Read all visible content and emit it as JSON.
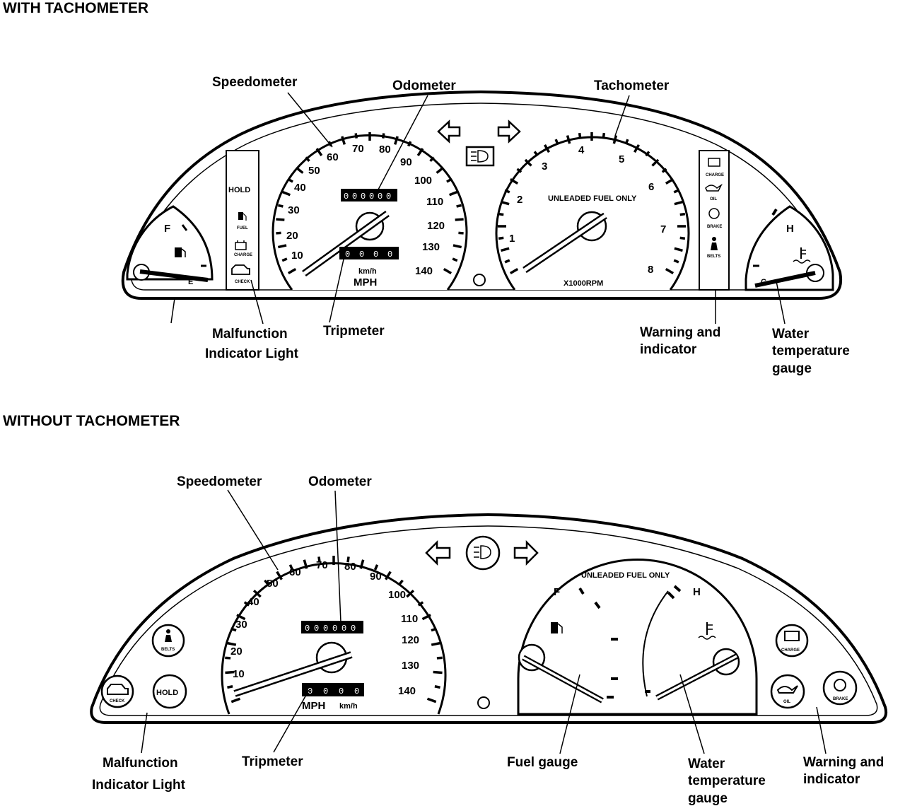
{
  "sections": [
    {
      "title": "WITH TACHOMETER",
      "callouts": {
        "speedometer": "Speedometer",
        "odometer": "Odometer",
        "tachometer": "Tachometer",
        "mil_line1": "Malfunction",
        "mil_line2": "Indicator Light",
        "tripmeter": "Tripmeter",
        "warning_line1": "Warning and",
        "warning_line2": "indicator",
        "water_line1": "Water",
        "water_line2": "temperature",
        "water_line3": "gauge"
      },
      "speedometer": {
        "numbers": [
          "10",
          "20",
          "30",
          "40",
          "50",
          "60",
          "70",
          "80",
          "90",
          "100",
          "110",
          "120",
          "130",
          "140"
        ],
        "unit": "MPH",
        "unit_small": "km/h",
        "odometer_digits": [
          "0",
          "0",
          "0",
          "0",
          "0",
          "0"
        ],
        "trip_digits": [
          "0",
          "0",
          "0",
          "0"
        ]
      },
      "tachometer": {
        "numbers": [
          "1",
          "2",
          "3",
          "4",
          "5",
          "6",
          "7",
          "8"
        ],
        "fuel_notice": "UNLEADED FUEL ONLY",
        "scale": "X1000RPM"
      },
      "fuel_gauge": {
        "full": "F",
        "empty": "E"
      },
      "temp_gauge": {
        "hot": "H",
        "cold": "C"
      },
      "left_panel": [
        "HOLD",
        "FUEL",
        "CHARGE",
        "CHECK"
      ],
      "right_panel": [
        "CHARGE",
        "OIL",
        "BRAKE",
        "BELTS"
      ]
    },
    {
      "title": "WITHOUT TACHOMETER",
      "callouts": {
        "speedometer": "Speedometer",
        "odometer": "Odometer",
        "mil_line1": "Malfunction",
        "mil_line2": "Indicator Light",
        "tripmeter": "Tripmeter",
        "fuel_gauge": "Fuel gauge",
        "water_line1": "Water",
        "water_line2": "temperature",
        "water_line3": "gauge",
        "warning_line1": "Warning and",
        "warning_line2": "indicator"
      },
      "speedometer": {
        "numbers": [
          "10",
          "20",
          "30",
          "40",
          "50",
          "60",
          "70",
          "80",
          "90",
          "100",
          "110",
          "120",
          "130",
          "140"
        ],
        "unit": "MPH",
        "unit_small": "km/h",
        "odometer_digits": [
          "0",
          "0",
          "0",
          "0",
          "0",
          "0"
        ],
        "trip_digits": [
          "0",
          "0",
          "0",
          "0"
        ]
      },
      "combo_gauge": {
        "fuel_notice": "UNLEADED FUEL ONLY",
        "full": "F",
        "hot": "H"
      },
      "left_lights": [
        "BELTS",
        "CHECK",
        "HOLD"
      ],
      "right_lights": [
        "CHARGE",
        "OIL",
        "BRAKE"
      ]
    }
  ]
}
